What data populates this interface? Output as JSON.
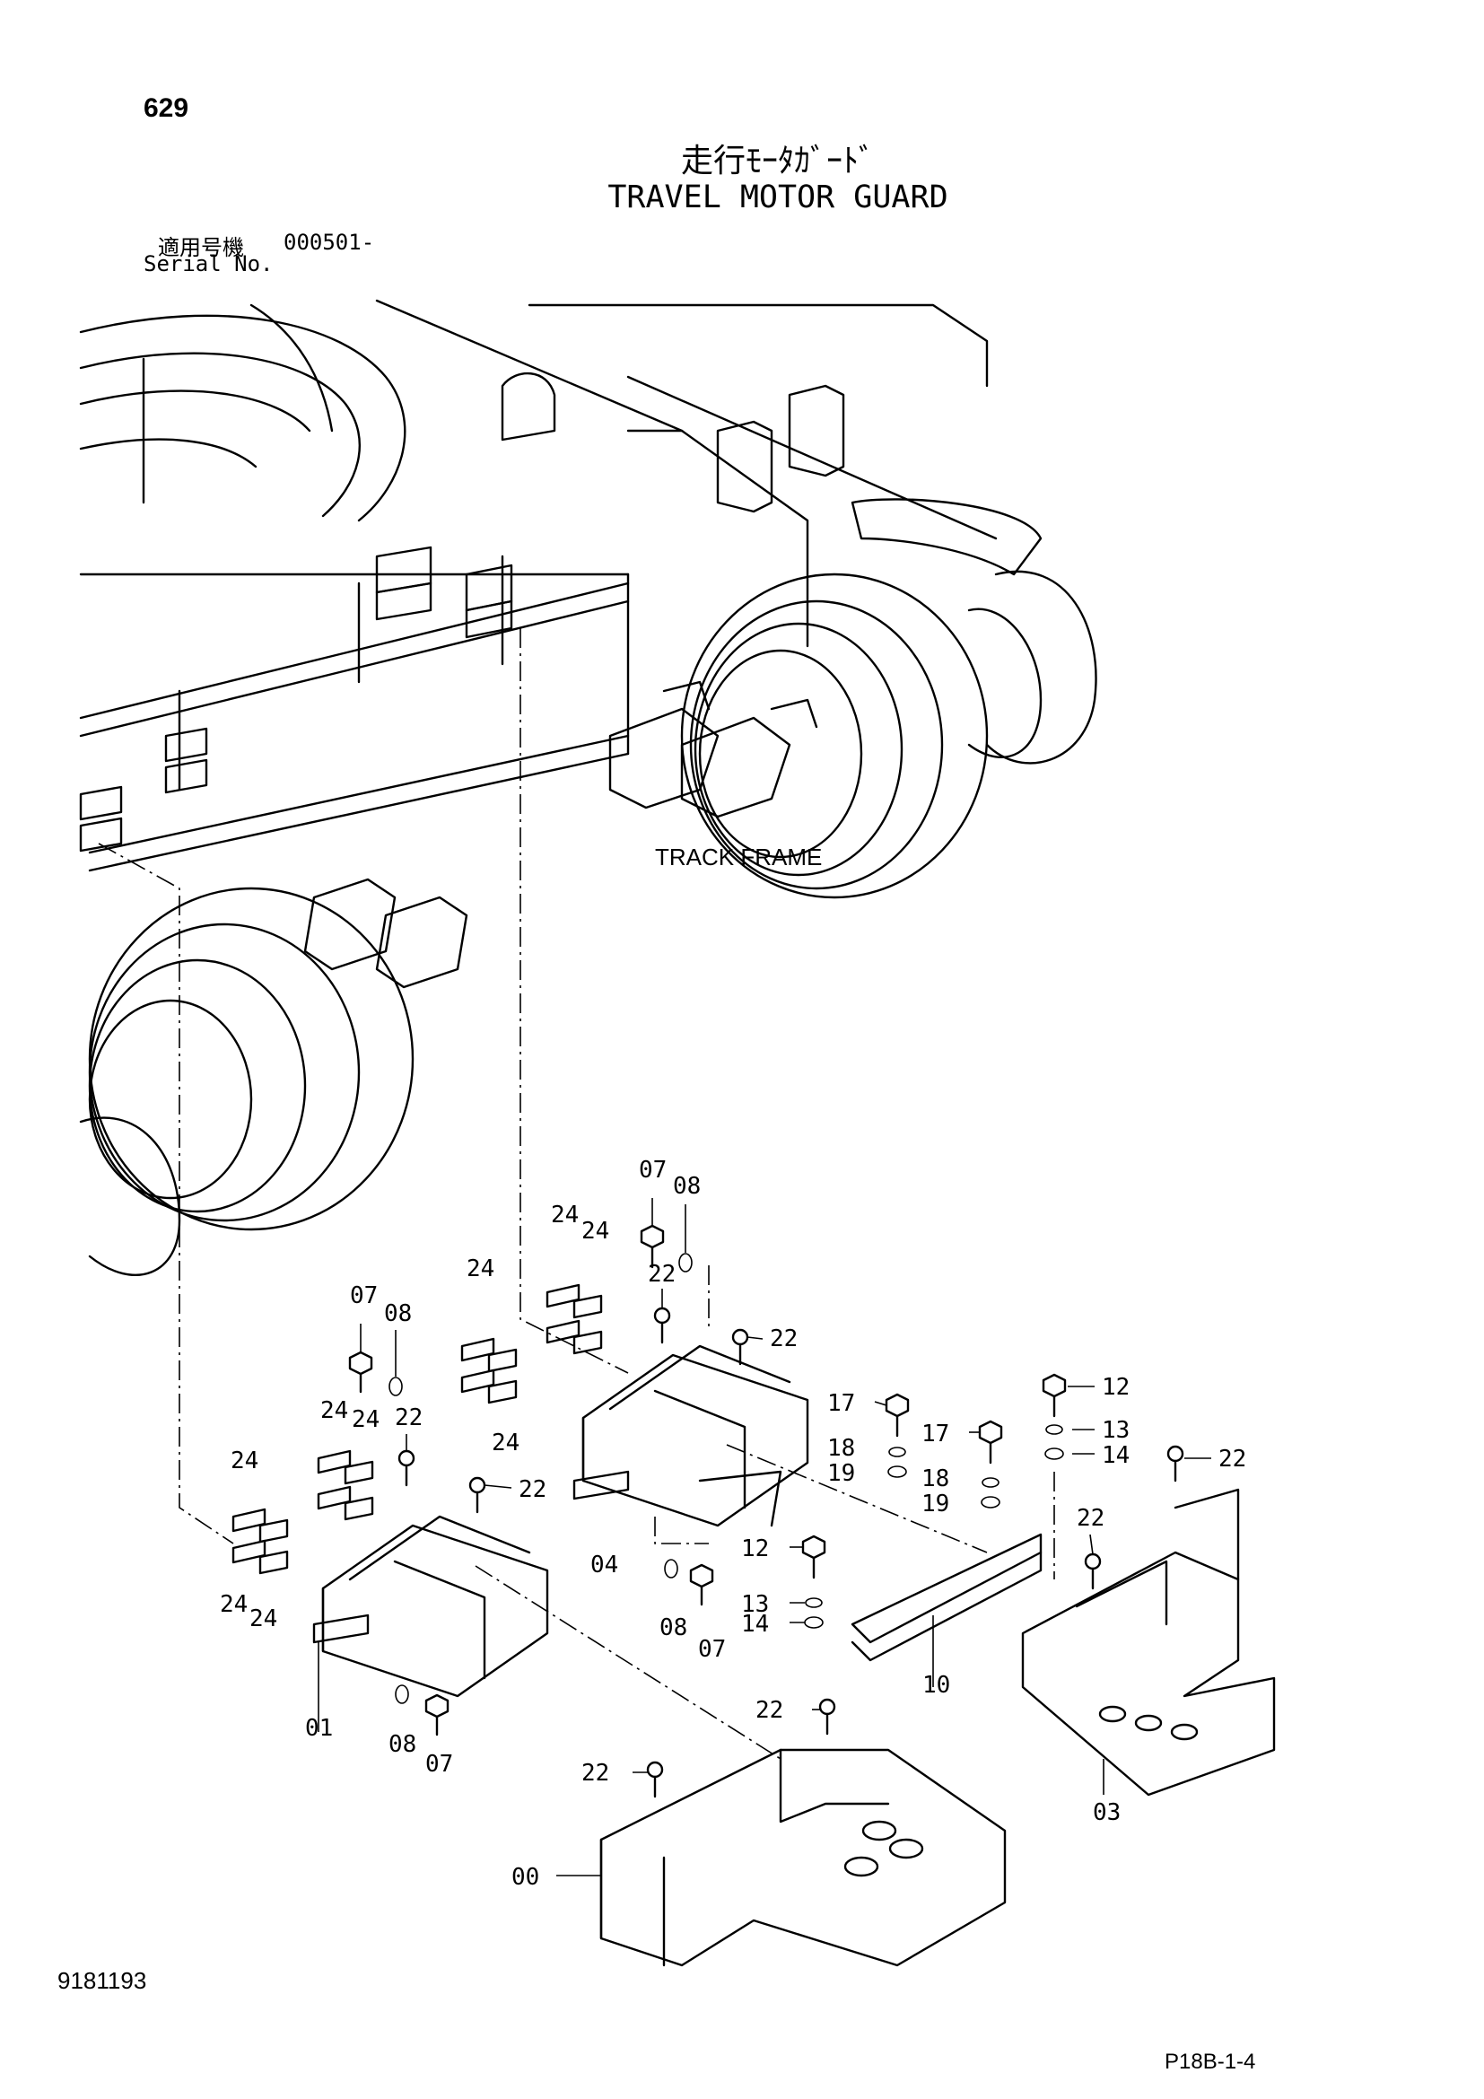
{
  "page": {
    "number": "629",
    "title_jp": "走行ﾓｰﾀｶﾞｰﾄﾞ",
    "title_en": "TRAVEL MOTOR GUARD",
    "serial_label_jp": "適用号機",
    "serial_value": "000501-",
    "serial_label_en": "Serial No.",
    "doc_id": "9181193",
    "page_ref": "P18B-1-4"
  },
  "diagram": {
    "frame_label": "TRACK FRAME",
    "callouts": {
      "c07a": "07",
      "c08a": "08",
      "c24a": "24",
      "c24b": "24",
      "c22a": "22",
      "c22b": "22",
      "c24c": "24",
      "c07b": "07",
      "c08b": "08",
      "c24d": "24",
      "c24e": "24",
      "c22c": "22",
      "c22d": "22",
      "c24f": "24",
      "c24g": "24",
      "c24h": "24",
      "c24i": "24",
      "c17a": "17",
      "c18a": "18",
      "c19a": "19",
      "c17b": "17",
      "c18b": "18",
      "c19b": "19",
      "c12a": "12",
      "c13a": "13",
      "c14a": "14",
      "c22e": "22",
      "c22f": "22",
      "c12b": "12",
      "c13b": "13",
      "c14b": "14",
      "c04": "04",
      "c08c": "08",
      "c07c": "07",
      "c10": "10",
      "c01": "01",
      "c08d": "08",
      "c07d": "07",
      "c22g": "22",
      "c22h": "22",
      "c03": "03",
      "c00": "00"
    }
  }
}
